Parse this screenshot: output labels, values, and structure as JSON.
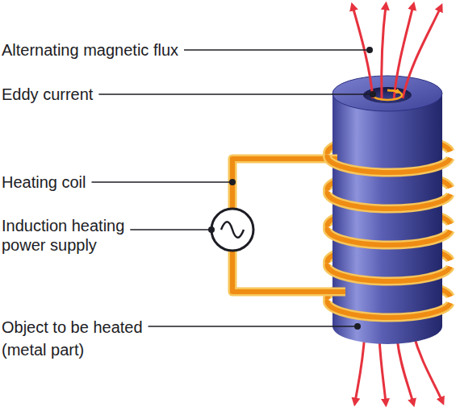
{
  "diagram": {
    "labels": [
      "Alternating magnetic flux",
      "Eddy current",
      "Heating coil",
      "Induction heating power supply",
      "Object to be heated (metal part)"
    ]
  }
}
